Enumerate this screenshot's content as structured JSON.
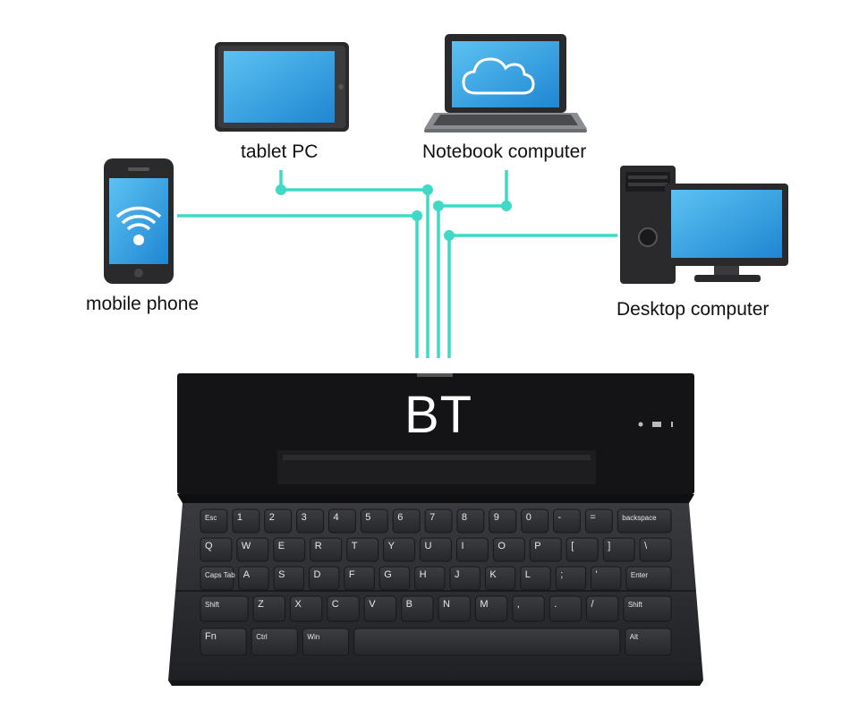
{
  "devices": {
    "tablet": {
      "label": "tablet PC",
      "icon": "tablet-icon"
    },
    "notebook": {
      "label": "Notebook computer",
      "icon": "laptop-cloud-icon"
    },
    "phone": {
      "label": "mobile phone",
      "icon": "phone-wifi-icon"
    },
    "desktop": {
      "label": "Desktop computer",
      "icon": "desktop-computer-icon"
    }
  },
  "keyboard": {
    "label": "BT",
    "icon": "folding-keyboard-icon",
    "rows": [
      [
        {
          "t": "Esc"
        },
        {
          "t": "1"
        },
        {
          "t": "2"
        },
        {
          "t": "3"
        },
        {
          "t": "4"
        },
        {
          "t": "5"
        },
        {
          "t": "6"
        },
        {
          "t": "7"
        },
        {
          "t": "8"
        },
        {
          "t": "9"
        },
        {
          "t": "0"
        },
        {
          "t": "-"
        },
        {
          "t": "="
        },
        {
          "t": "backspace",
          "w": 2
        }
      ],
      [
        {
          "t": "Q"
        },
        {
          "t": "W"
        },
        {
          "t": "E"
        },
        {
          "t": "R"
        },
        {
          "t": "T"
        },
        {
          "t": "Y"
        },
        {
          "t": "U"
        },
        {
          "t": "I"
        },
        {
          "t": "O"
        },
        {
          "t": "P"
        },
        {
          "t": "["
        },
        {
          "t": "]"
        },
        {
          "t": "\\"
        }
      ],
      [
        {
          "t": "Caps Tab",
          "w": 1.1
        },
        {
          "t": "A"
        },
        {
          "t": "S"
        },
        {
          "t": "D"
        },
        {
          "t": "F"
        },
        {
          "t": "G"
        },
        {
          "t": "H"
        },
        {
          "t": "J"
        },
        {
          "t": "K"
        },
        {
          "t": "L"
        },
        {
          "t": ";"
        },
        {
          "t": "'"
        },
        {
          "t": "Enter",
          "w": 1.5
        }
      ],
      [
        {
          "t": "Shift",
          "w": 1.5
        },
        {
          "t": "Z"
        },
        {
          "t": "X"
        },
        {
          "t": "C"
        },
        {
          "t": "V"
        },
        {
          "t": "B"
        },
        {
          "t": "N"
        },
        {
          "t": "M"
        },
        {
          "t": ","
        },
        {
          "t": "."
        },
        {
          "t": "/"
        },
        {
          "t": "Shift",
          "w": 1.5
        }
      ],
      [
        {
          "t": "Fn"
        },
        {
          "t": "Ctrl"
        },
        {
          "t": "Win"
        },
        {
          "t": "",
          "w": 5.8
        },
        {
          "t": "Alt"
        }
      ]
    ]
  },
  "colors": {
    "connector": "#3fd9c6",
    "screen": "#3aa6e6",
    "device_body": "#2a2a2c",
    "keyboard_body": "#2d2e31",
    "key": "#2f3033"
  }
}
